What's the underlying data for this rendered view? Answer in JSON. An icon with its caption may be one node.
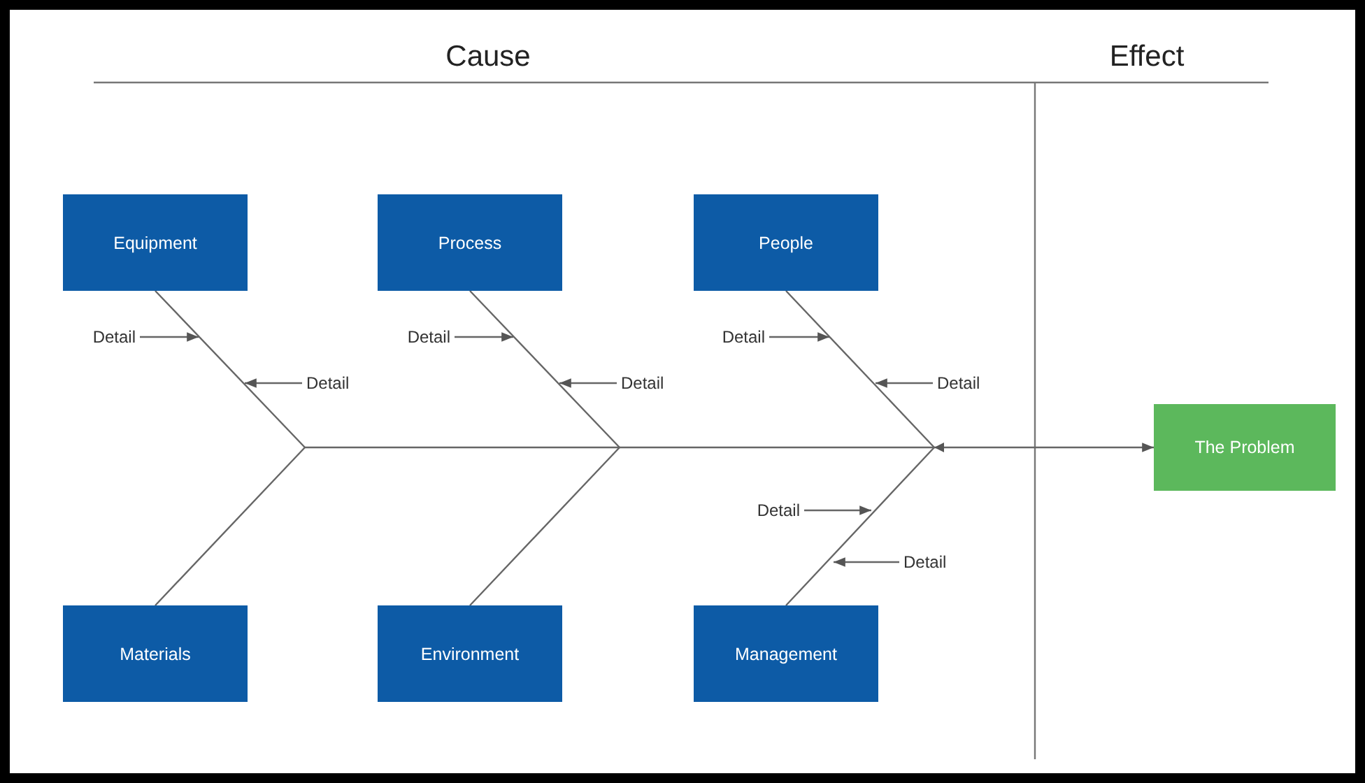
{
  "diagram": {
    "nodes": [
      {
        "text": [
          "Equipment"
        ]
      },
      {
        "text": [
          "Process"
        ]
      },
      {
        "text": [
          "People"
        ]
      },
      {
        "text": [
          "Materials"
        ]
      },
      {
        "text": [
          "Environment"
        ]
      },
      {
        "text": [
          "Management"
        ]
      },
      {
        "text": [
          "The Problem"
        ]
      },
      {
        "text": [
          "Detail"
        ]
      },
      {
        "text": [
          "Detail"
        ]
      },
      {
        "text": [
          "Detail"
        ]
      },
      {
        "text": [
          "Detail"
        ]
      },
      {
        "text": [
          "Detail"
        ]
      },
      {
        "text": [
          "Detail"
        ]
      },
      {
        "text": [
          "Detail"
        ]
      },
      {
        "text": [
          "Detail"
        ]
      }
    ],
    "edges": [
      {
        "from": 0,
        "to": null,
        "arrow": "none"
      },
      {
        "from": 1,
        "to": null,
        "arrow": "none"
      },
      {
        "from": 2,
        "to": null,
        "arrow": "none"
      },
      {
        "from": 3,
        "to": null,
        "arrow": "none"
      },
      {
        "from": 4,
        "to": null,
        "arrow": "none"
      },
      {
        "from": 5,
        "to": null,
        "arrow": "none"
      },
      {
        "from": null,
        "to": 6,
        "arrow": "to"
      },
      {
        "from": 7,
        "to": null,
        "arrow": "to"
      },
      {
        "from": 8,
        "to": null,
        "arrow": "to"
      },
      {
        "from": 9,
        "to": null,
        "arrow": "to"
      },
      {
        "from": 10,
        "to": null,
        "arrow": "to"
      },
      {
        "from": 11,
        "to": null,
        "arrow": "to"
      },
      {
        "from": 12,
        "to": null,
        "arrow": "to"
      },
      {
        "from": 13,
        "to": null,
        "arrow": "to"
      },
      {
        "from": 14,
        "to": null,
        "arrow": "to"
      }
    ],
    "labels": [
      "Cause",
      "Effect"
    ]
  }
}
